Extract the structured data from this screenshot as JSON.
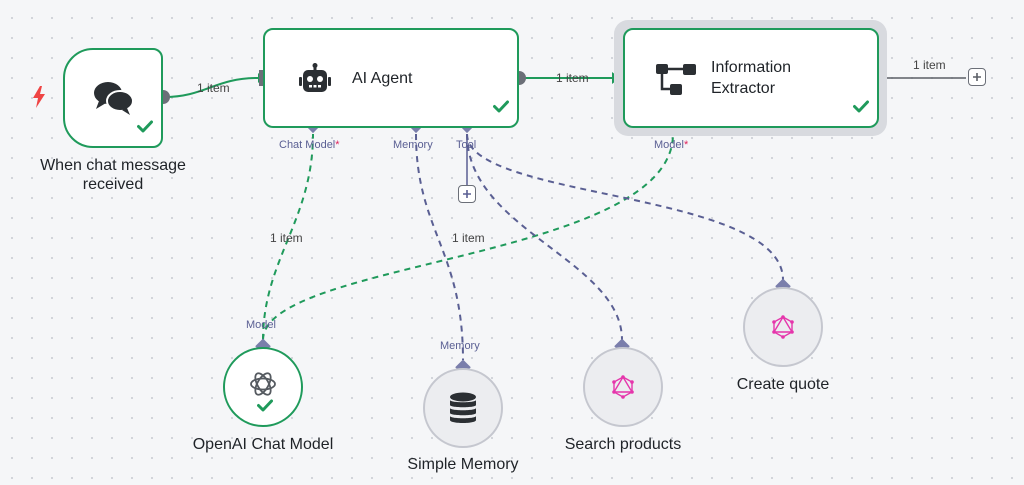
{
  "nodes": {
    "chat_trigger": {
      "caption": "When chat message received",
      "icon": "chat-bubbles-icon",
      "trigger_icon": "lightning-icon",
      "status": "success"
    },
    "ai_agent": {
      "label": "AI Agent",
      "icon": "robot-icon",
      "status": "success",
      "ports": {
        "chat_model": "Chat Model",
        "memory": "Memory",
        "tool": "Tool",
        "required_mark": "*"
      }
    },
    "info_extractor": {
      "label_line1": "Information",
      "label_line2": "Extractor",
      "icon": "tree-structure-icon",
      "status": "success",
      "ports": {
        "model": "Model",
        "required_mark": "*"
      }
    },
    "openai_model": {
      "caption": "OpenAI Chat Model",
      "port_label": "Model",
      "icon": "openai-icon",
      "status": "success"
    },
    "simple_memory": {
      "caption": "Simple Memory",
      "port_label": "Memory",
      "icon": "database-icon"
    },
    "search_products": {
      "caption": "Search products",
      "icon": "graphql-icon"
    },
    "create_quote": {
      "caption": "Create quote",
      "icon": "graphql-icon"
    }
  },
  "edges": {
    "trigger_to_agent": "1 item",
    "agent_to_extractor": "1 item",
    "extractor_out": "1 item",
    "openai_to_agent": "1 item",
    "openai_to_extractor": "1 item"
  },
  "colors": {
    "success": "#1f9a5b",
    "subnode_border": "#c5c7cf",
    "port": "#7a7eab",
    "ai_edge": "#5a5f93",
    "graphql": "#e535ab",
    "required": "#e0245e",
    "trigger": "#ef4444"
  }
}
